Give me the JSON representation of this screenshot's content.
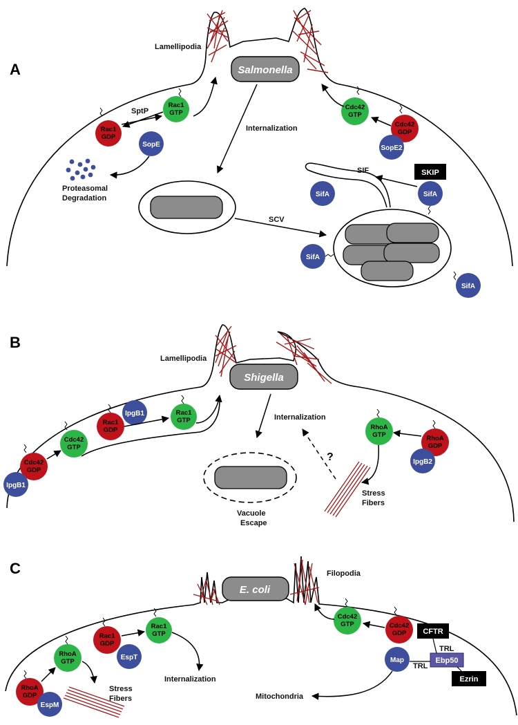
{
  "panels": {
    "a": {
      "letter": "A",
      "bacterium": "Salmonella",
      "labels": {
        "lamellipodia": "Lamellipodia",
        "sptp": "SptP",
        "internalization": "Internalization",
        "proteasomal_1": "Proteasomal",
        "proteasomal_2": "Degradation",
        "sif": "SIF",
        "scv": "SCV"
      },
      "molecules": {
        "rac1_gtp": [
          "Rac1",
          "GTP"
        ],
        "rac1_gdp": [
          "Rac1",
          "GDP"
        ],
        "sope": "SopE",
        "cdc42_gtp": [
          "Cdc42",
          "GTP"
        ],
        "cdc42_gdp": [
          "Cdc42",
          "GDP"
        ],
        "sope2": "SopE2",
        "skip": "SKIP",
        "sifa": "SifA"
      }
    },
    "b": {
      "letter": "B",
      "bacterium": "Shigella",
      "labels": {
        "lamellipodia": "Lamellipodia",
        "internalization": "Internalization",
        "question": "?",
        "vacuole_1": "Vacuole",
        "vacuole_2": "Escape",
        "stress_1": "Stress",
        "stress_2": "Fibers"
      },
      "molecules": {
        "ipgb1": "IpgB1",
        "rac1_gdp": [
          "Rac1",
          "GDP"
        ],
        "rac1_gtp": [
          "Rac1",
          "GTP"
        ],
        "cdc42_gtp": [
          "Cdc42",
          "GTP"
        ],
        "cdc42_gdp": [
          "Cdc42",
          "GDP"
        ],
        "rhoa_gtp": [
          "RhoA",
          "GTP"
        ],
        "rhoa_gdp": [
          "RhoA",
          "GDP"
        ],
        "ipgb2": "IpgB2"
      }
    },
    "c": {
      "letter": "C",
      "bacterium": "E. coli",
      "labels": {
        "filopodia": "Filopodia",
        "internalization": "Internalization",
        "stress_1": "Stress",
        "stress_2": "Fibers",
        "mitochondria": "Mitochondria",
        "trl": "TRL"
      },
      "molecules": {
        "rhoa_gdp": [
          "RhoA",
          "GDP"
        ],
        "rhoa_gtp": [
          "RhoA",
          "GTP"
        ],
        "espm": "EspM",
        "rac1_gdp": [
          "Rac1",
          "GDP"
        ],
        "rac1_gtp": [
          "Rac1",
          "GTP"
        ],
        "espt": "EspT",
        "cdc42_gtp": [
          "Cdc42",
          "GTP"
        ],
        "cdc42_gdp": [
          "Cdc42",
          "GDP"
        ],
        "map": "Map",
        "cftr": "CFTR",
        "ebp50": "Ebp50",
        "ezrin": "Ezrin"
      }
    }
  },
  "colors": {
    "gtp_green": "#2db548",
    "gdp_red": "#c0121a",
    "effector_blue": "#3d4f9c",
    "actin_red": "#a51818",
    "bacterium_gray": "#8c8c8c",
    "ebp50_purple": "#5a58a6",
    "box_black": "#000000"
  }
}
